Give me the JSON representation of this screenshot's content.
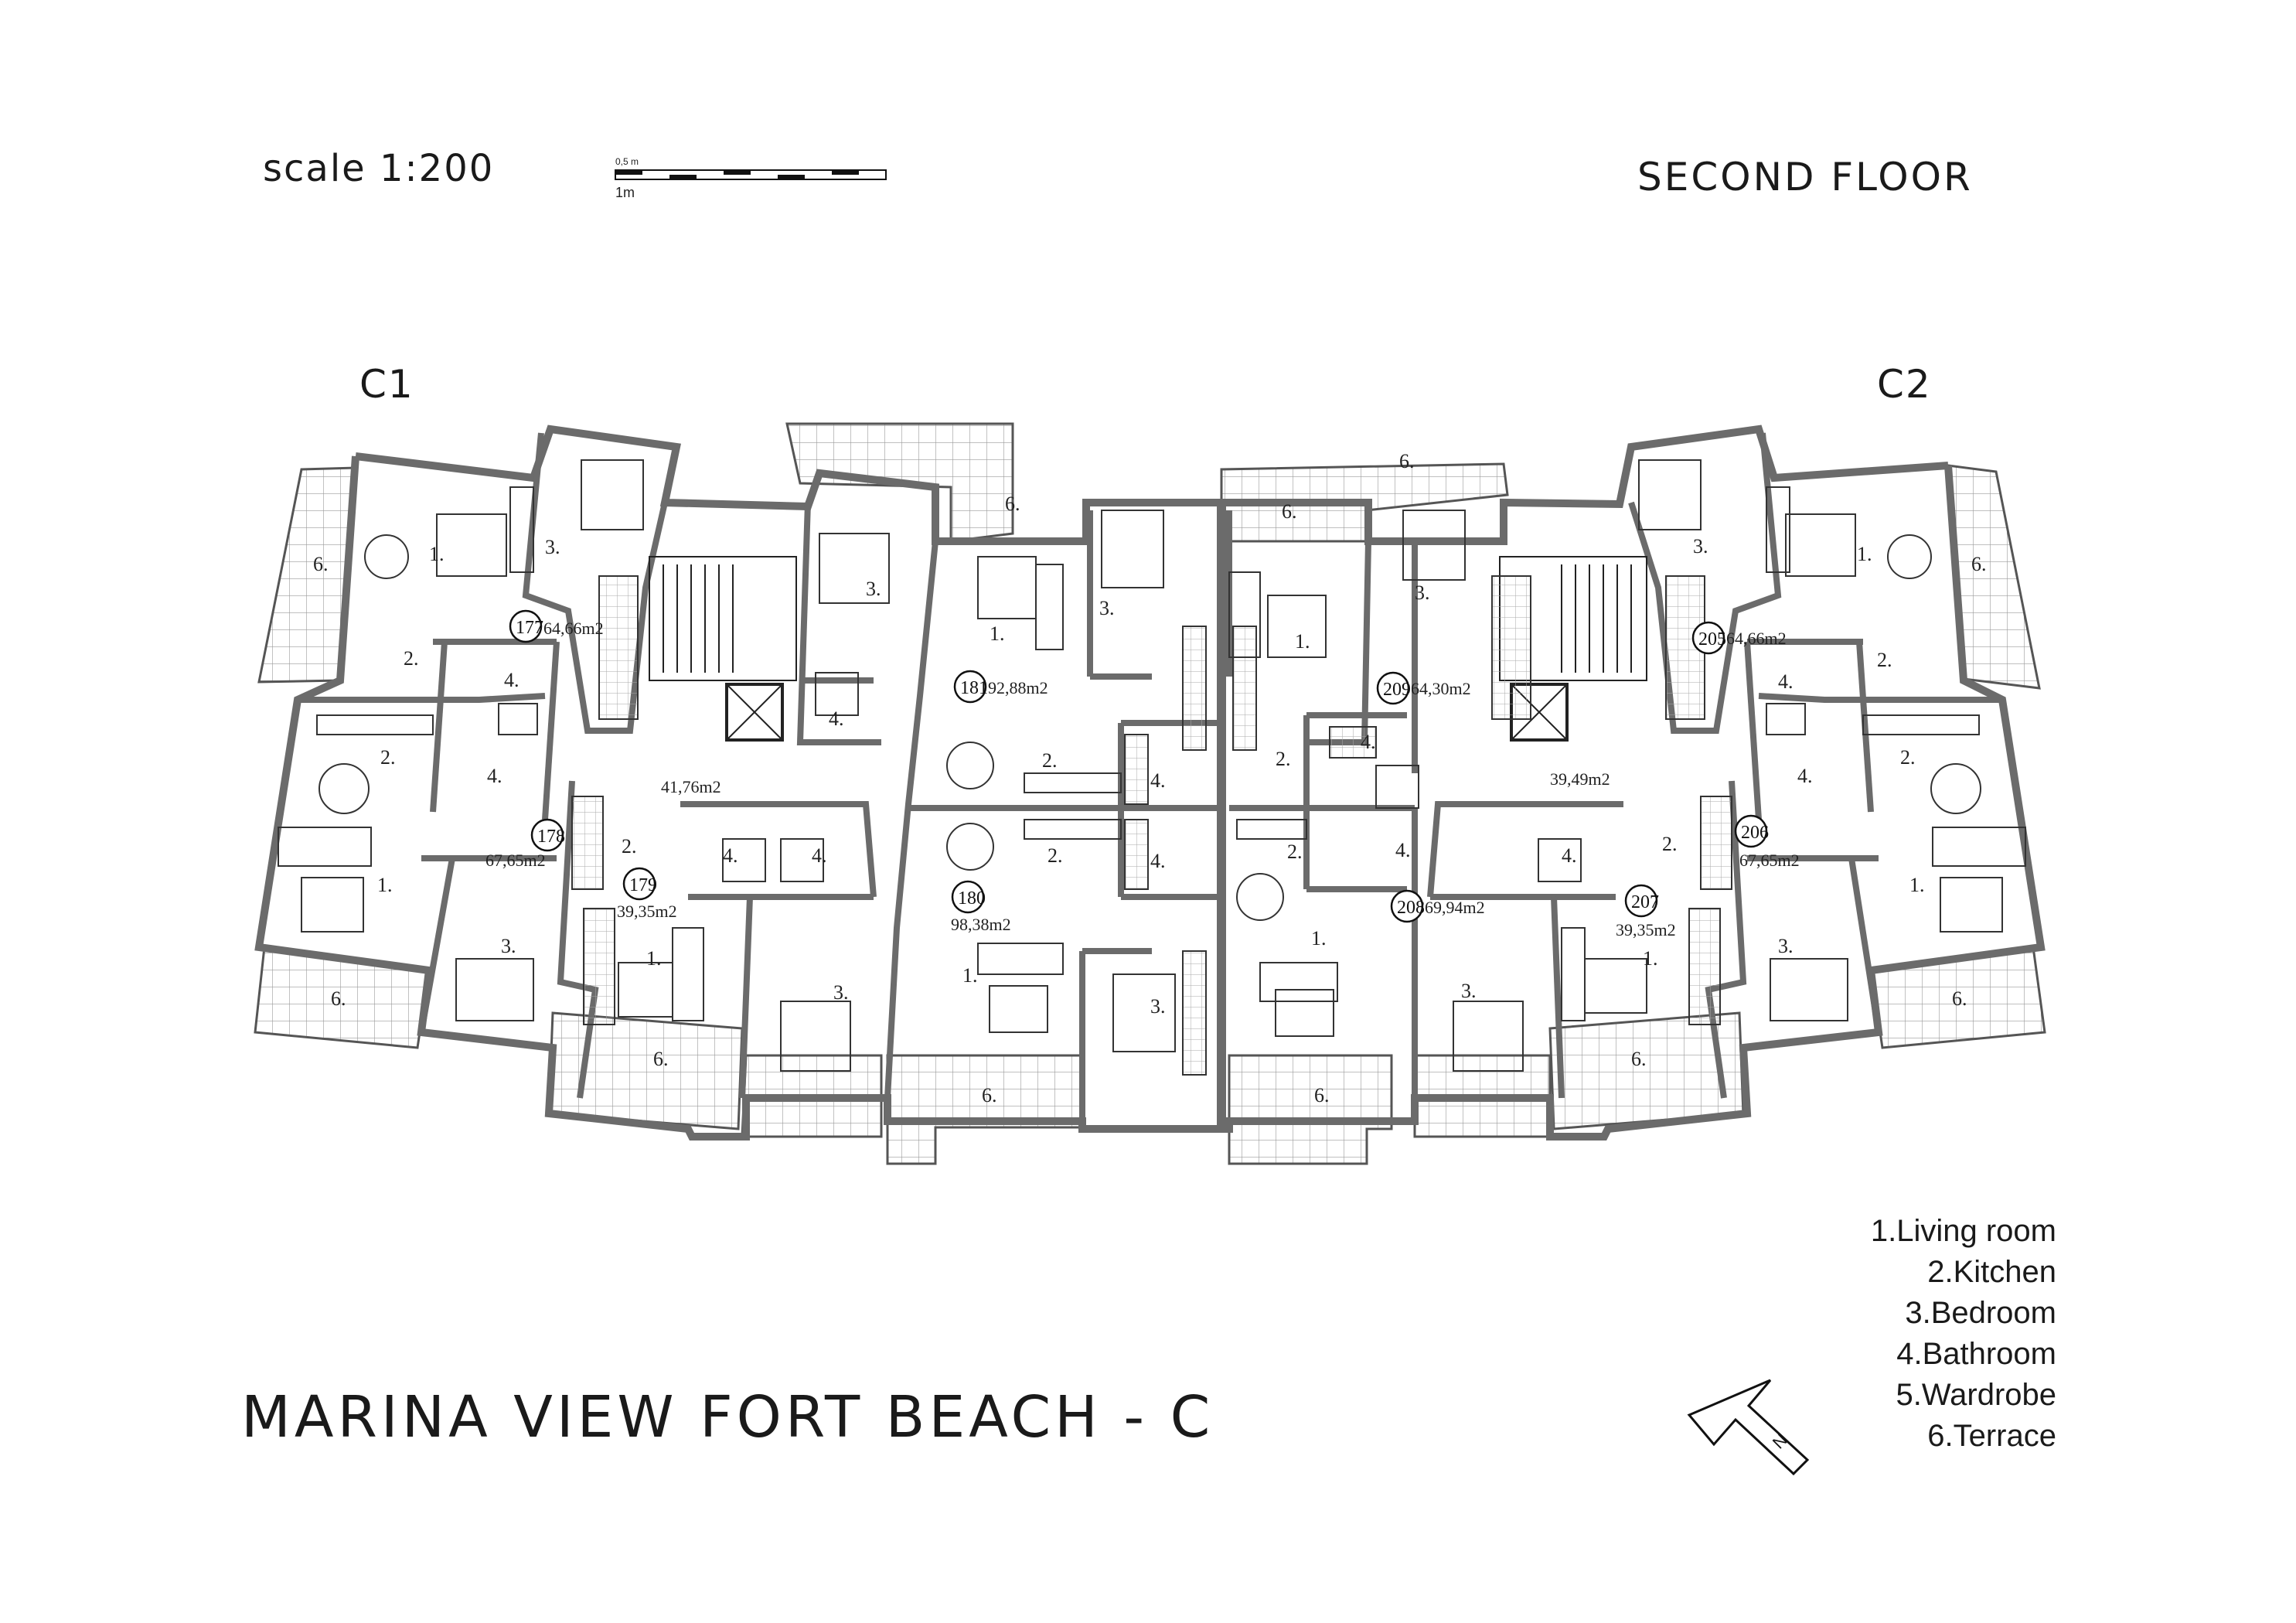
{
  "header": {
    "scale_label": "scale 1:200",
    "scalebar_small": "0,5 m",
    "scalebar_unit": "1m",
    "floor_label": "SECOND FLOOR"
  },
  "blocks": {
    "left": "C1",
    "right": "C2"
  },
  "title": "MARINA VIEW FORT BEACH - C",
  "legend": [
    "1.Living room",
    "2.Kitchen",
    "3.Bedroom",
    "4.Bathroom",
    "5.Wardrobe",
    "6.Terrace"
  ],
  "compass_label": "N",
  "corridor_areas": {
    "left": "41,76m2",
    "right": "39,49m2"
  },
  "apartments": [
    {
      "number": "177",
      "area": "64,66m2"
    },
    {
      "number": "178",
      "area": "67,65m2"
    },
    {
      "number": "179",
      "area": "39,35m2"
    },
    {
      "number": "180",
      "area": "98,38m2"
    },
    {
      "number": "181",
      "area": "92,88m2"
    },
    {
      "number": "205",
      "area": "64,66m2"
    },
    {
      "number": "206",
      "area": "67,65m2"
    },
    {
      "number": "207",
      "area": "39,35m2"
    },
    {
      "number": "208",
      "area": "69,94m2"
    },
    {
      "number": "209",
      "area": "64,30m2"
    }
  ],
  "room_labels": {
    "living": "1.",
    "kitchen": "2.",
    "bedroom": "3.",
    "bathroom": "4.",
    "terrace": "6."
  },
  "colors": {
    "wall": "#6b6b6b",
    "line": "#1a1a1a",
    "hatch": "#9a9a9a"
  }
}
